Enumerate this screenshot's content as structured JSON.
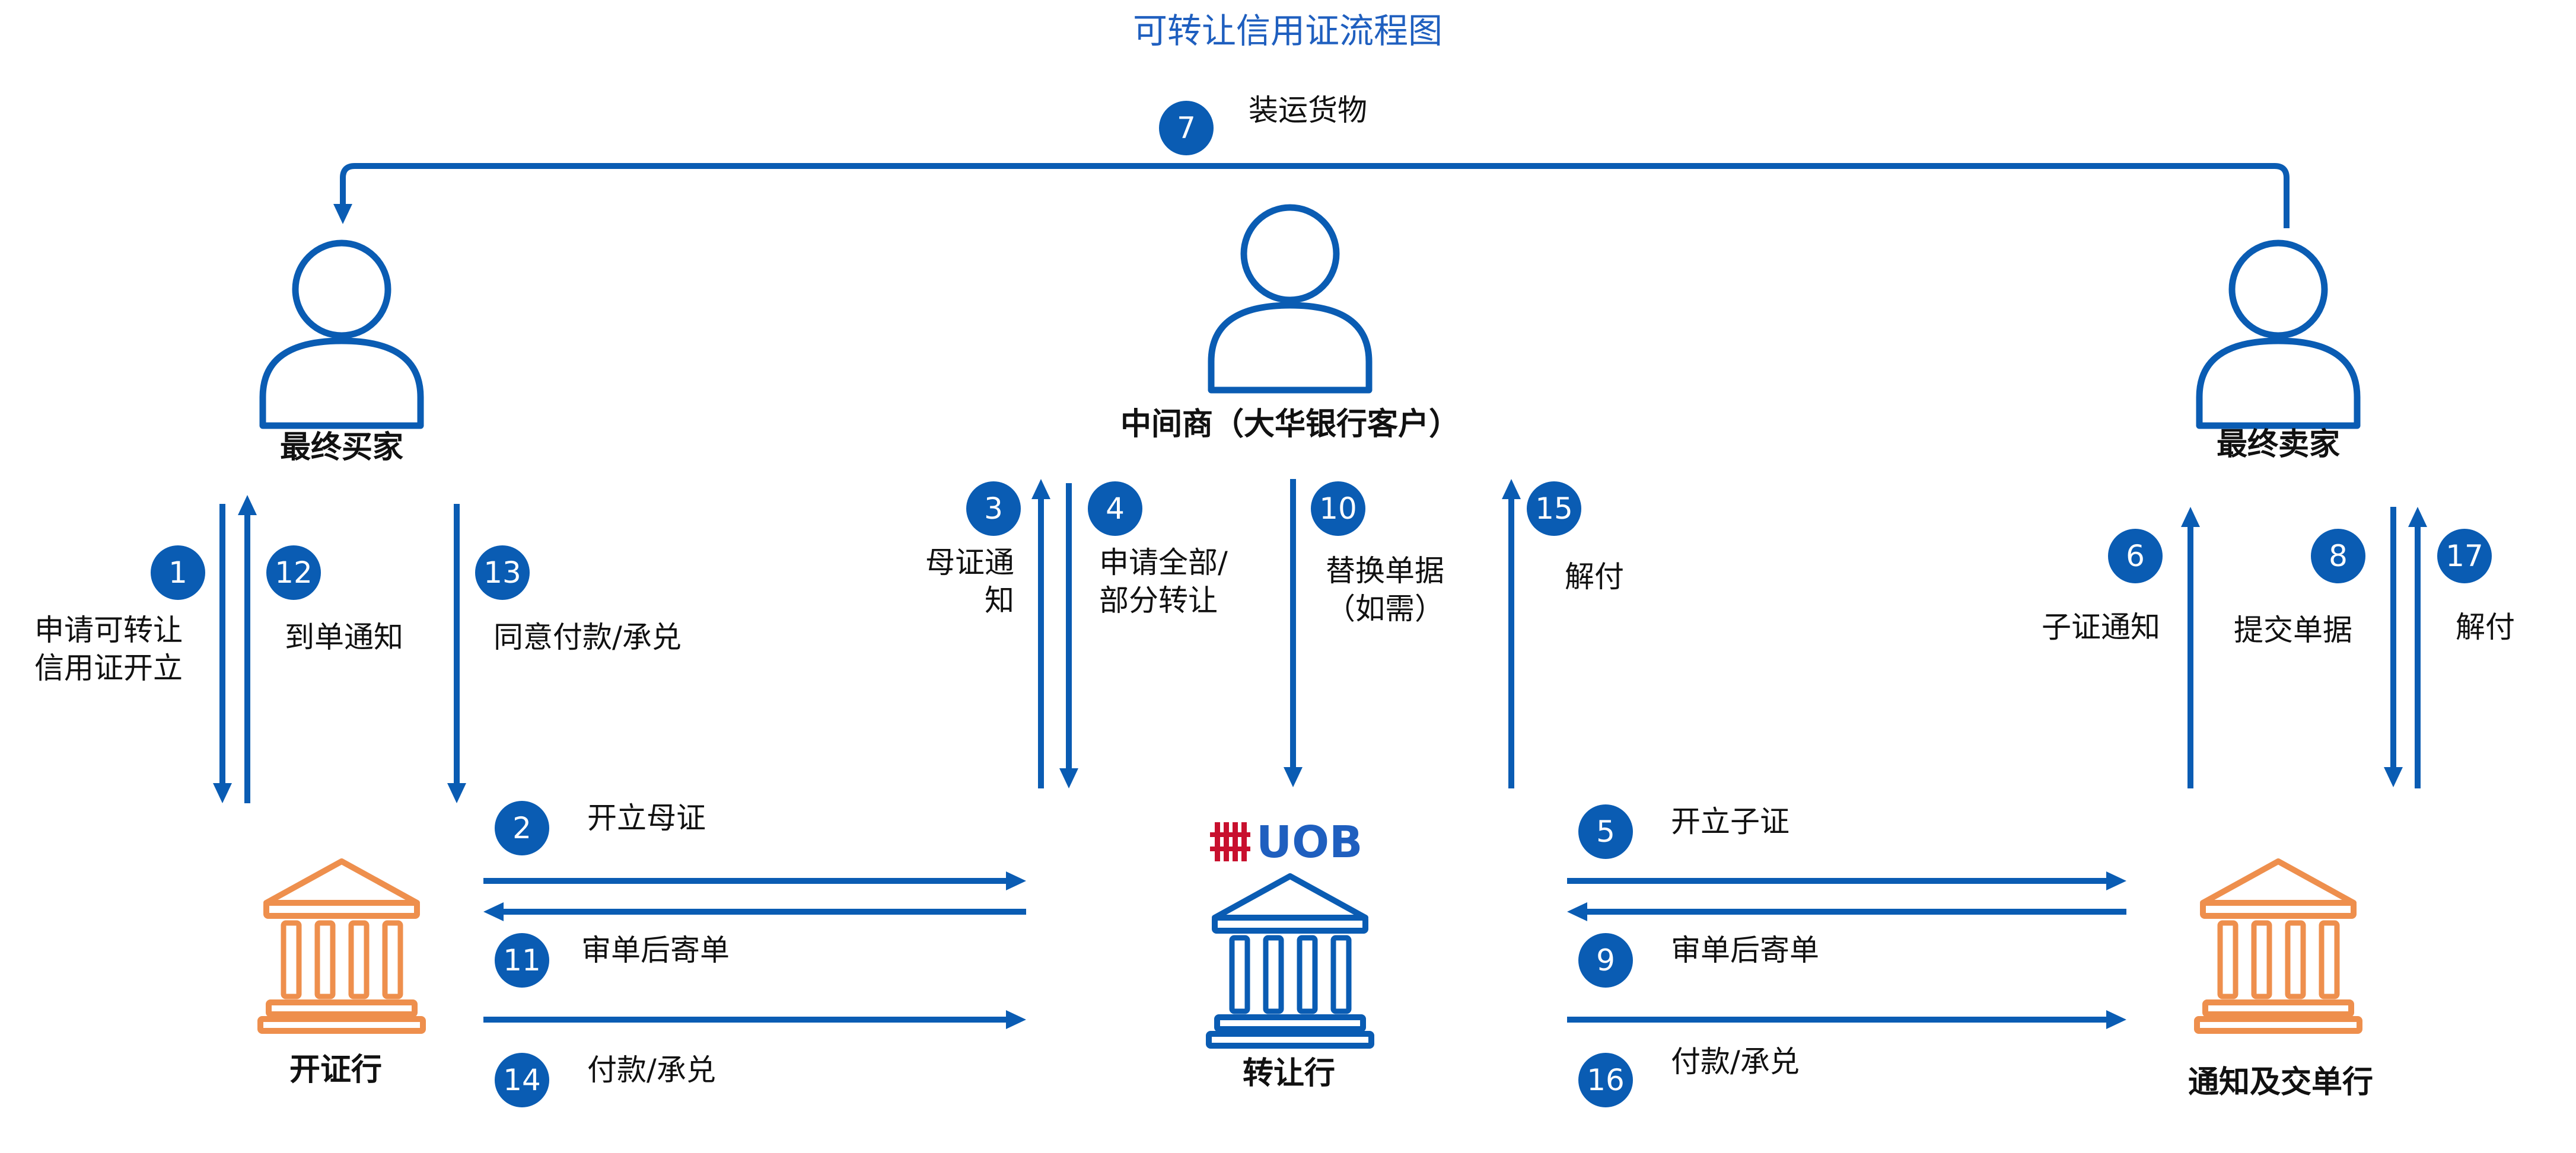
{
  "title": "可转让信用证流程图",
  "colors": {
    "primary": "#0a5cb3",
    "bank_outline": "#ee8f4d",
    "title": "#1f5fbf",
    "logo_mark": "#c8102e"
  },
  "nodes": {
    "buyer": {
      "label": "最终买家",
      "icon": "person-icon"
    },
    "intermediary": {
      "label": "中间商（大华银行客户）",
      "icon": "person-icon"
    },
    "seller": {
      "label": "最终卖家",
      "icon": "person-icon"
    },
    "issuing_bank": {
      "label": "开证行",
      "icon": "bank-icon"
    },
    "transferring_bank": {
      "label": "转让行",
      "icon": "bank-icon",
      "logo": "UOB"
    },
    "advising_bank": {
      "label": "通知及交单行",
      "icon": "bank-icon"
    }
  },
  "steps": [
    {
      "num": "1",
      "lines": [
        "申请可转让",
        "信用证开立"
      ]
    },
    {
      "num": "2",
      "lines": [
        "开立母证"
      ]
    },
    {
      "num": "3",
      "lines": [
        "母证通",
        "知"
      ]
    },
    {
      "num": "4",
      "lines": [
        "申请全部/",
        "部分转让"
      ]
    },
    {
      "num": "5",
      "lines": [
        "开立子证"
      ]
    },
    {
      "num": "6",
      "lines": [
        "子证通知"
      ]
    },
    {
      "num": "7",
      "lines": [
        "装运货物"
      ]
    },
    {
      "num": "8",
      "lines": [
        "提交单据"
      ]
    },
    {
      "num": "9",
      "lines": [
        "审单后寄单"
      ]
    },
    {
      "num": "10",
      "lines": [
        "替换单据",
        "（如需）"
      ]
    },
    {
      "num": "11",
      "lines": [
        "审单后寄单"
      ]
    },
    {
      "num": "12",
      "lines": [
        "到单通知"
      ]
    },
    {
      "num": "13",
      "lines": [
        "同意付款/承兑"
      ]
    },
    {
      "num": "14",
      "lines": [
        "付款/承兑"
      ]
    },
    {
      "num": "15",
      "lines": [
        "解付"
      ]
    },
    {
      "num": "16",
      "lines": [
        "付款/承兑"
      ]
    },
    {
      "num": "17",
      "lines": [
        "解付"
      ]
    }
  ]
}
